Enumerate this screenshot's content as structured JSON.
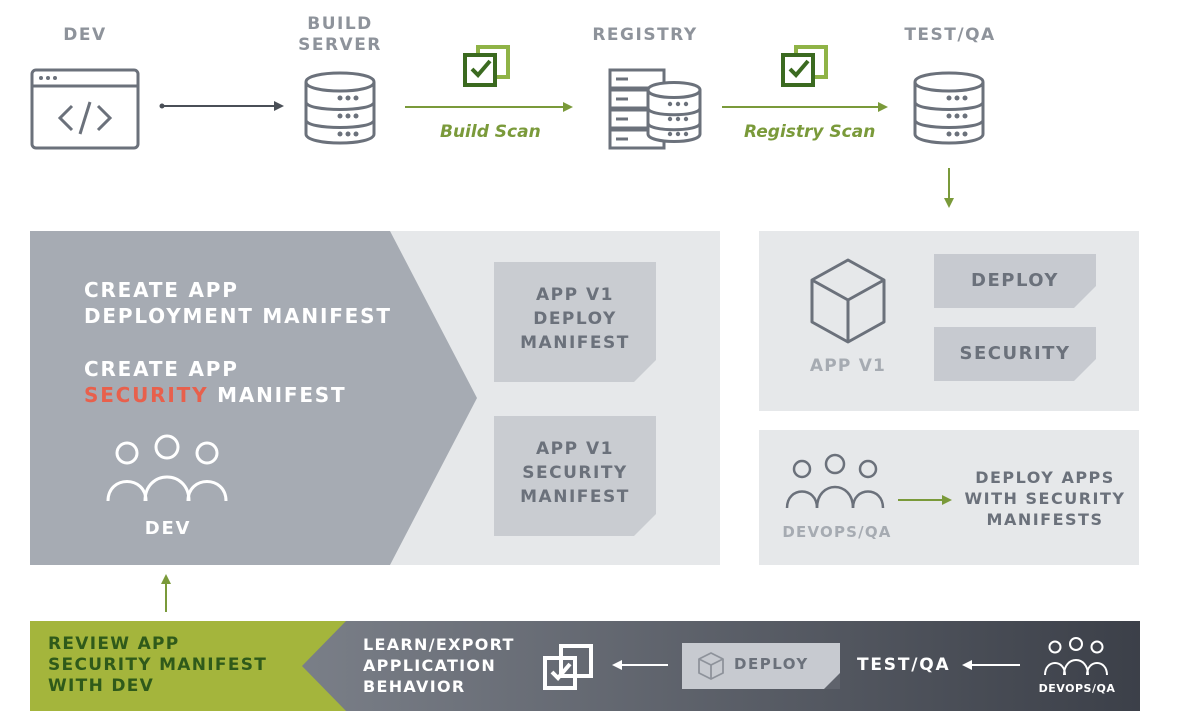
{
  "top": {
    "dev_label": "DEV",
    "build_server_label": "BUILD\nSERVER",
    "registry_label": "REGISTRY",
    "testqa_label": "TEST/QA",
    "build_scan": "Build Scan",
    "registry_scan": "Registry Scan"
  },
  "left_panel": {
    "line1": "CREATE APP",
    "line2": "DEPLOYMENT MANIFEST",
    "line3": "CREATE APP",
    "line4_highlight": "SECURITY",
    "line4_rest": " MANIFEST",
    "dev_label": "DEV",
    "note1": "APP V1\nDEPLOY\nMANIFEST",
    "note2": "APP V1\nSECURITY\nMANIFEST"
  },
  "right_top_panel": {
    "app_label": "APP V1",
    "deploy_tag": "DEPLOY",
    "security_tag": "SECURITY"
  },
  "right_bottom_panel": {
    "team_label": "DEVOPS/QA",
    "action": "DEPLOY APPS\nWITH SECURITY\nMANIFESTS"
  },
  "bottom_bar": {
    "review": "REVIEW APP\nSECURITY MANIFEST\nWITH DEV",
    "learn": "LEARN/EXPORT\nAPPLICATION\nBEHAVIOR",
    "deploy_tag": "DEPLOY",
    "testqa": "TEST/QA",
    "team_label": "DEVOPS/QA"
  },
  "colors": {
    "accent_green": "#7a9a3a",
    "dark_green": "#3b6a20",
    "highlight_red": "#e8604c",
    "panel_gray": "#e6e8ea",
    "chevron_gray": "#a6abb3",
    "icon_gray": "#6b717b"
  }
}
